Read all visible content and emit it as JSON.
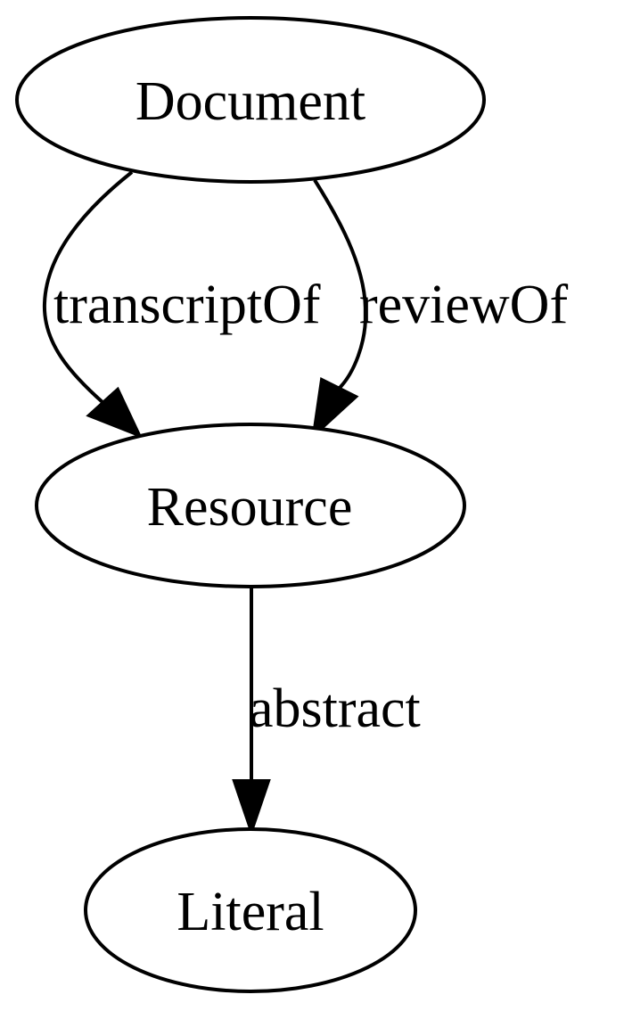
{
  "nodes": {
    "document": "Document",
    "resource": "Resource",
    "literal": "Literal"
  },
  "edges": {
    "transcript_of": "transcriptOf",
    "review_of": "reviewOf",
    "abstract": "abstract"
  },
  "colors": {
    "stroke": "#000000",
    "background": "#ffffff"
  }
}
